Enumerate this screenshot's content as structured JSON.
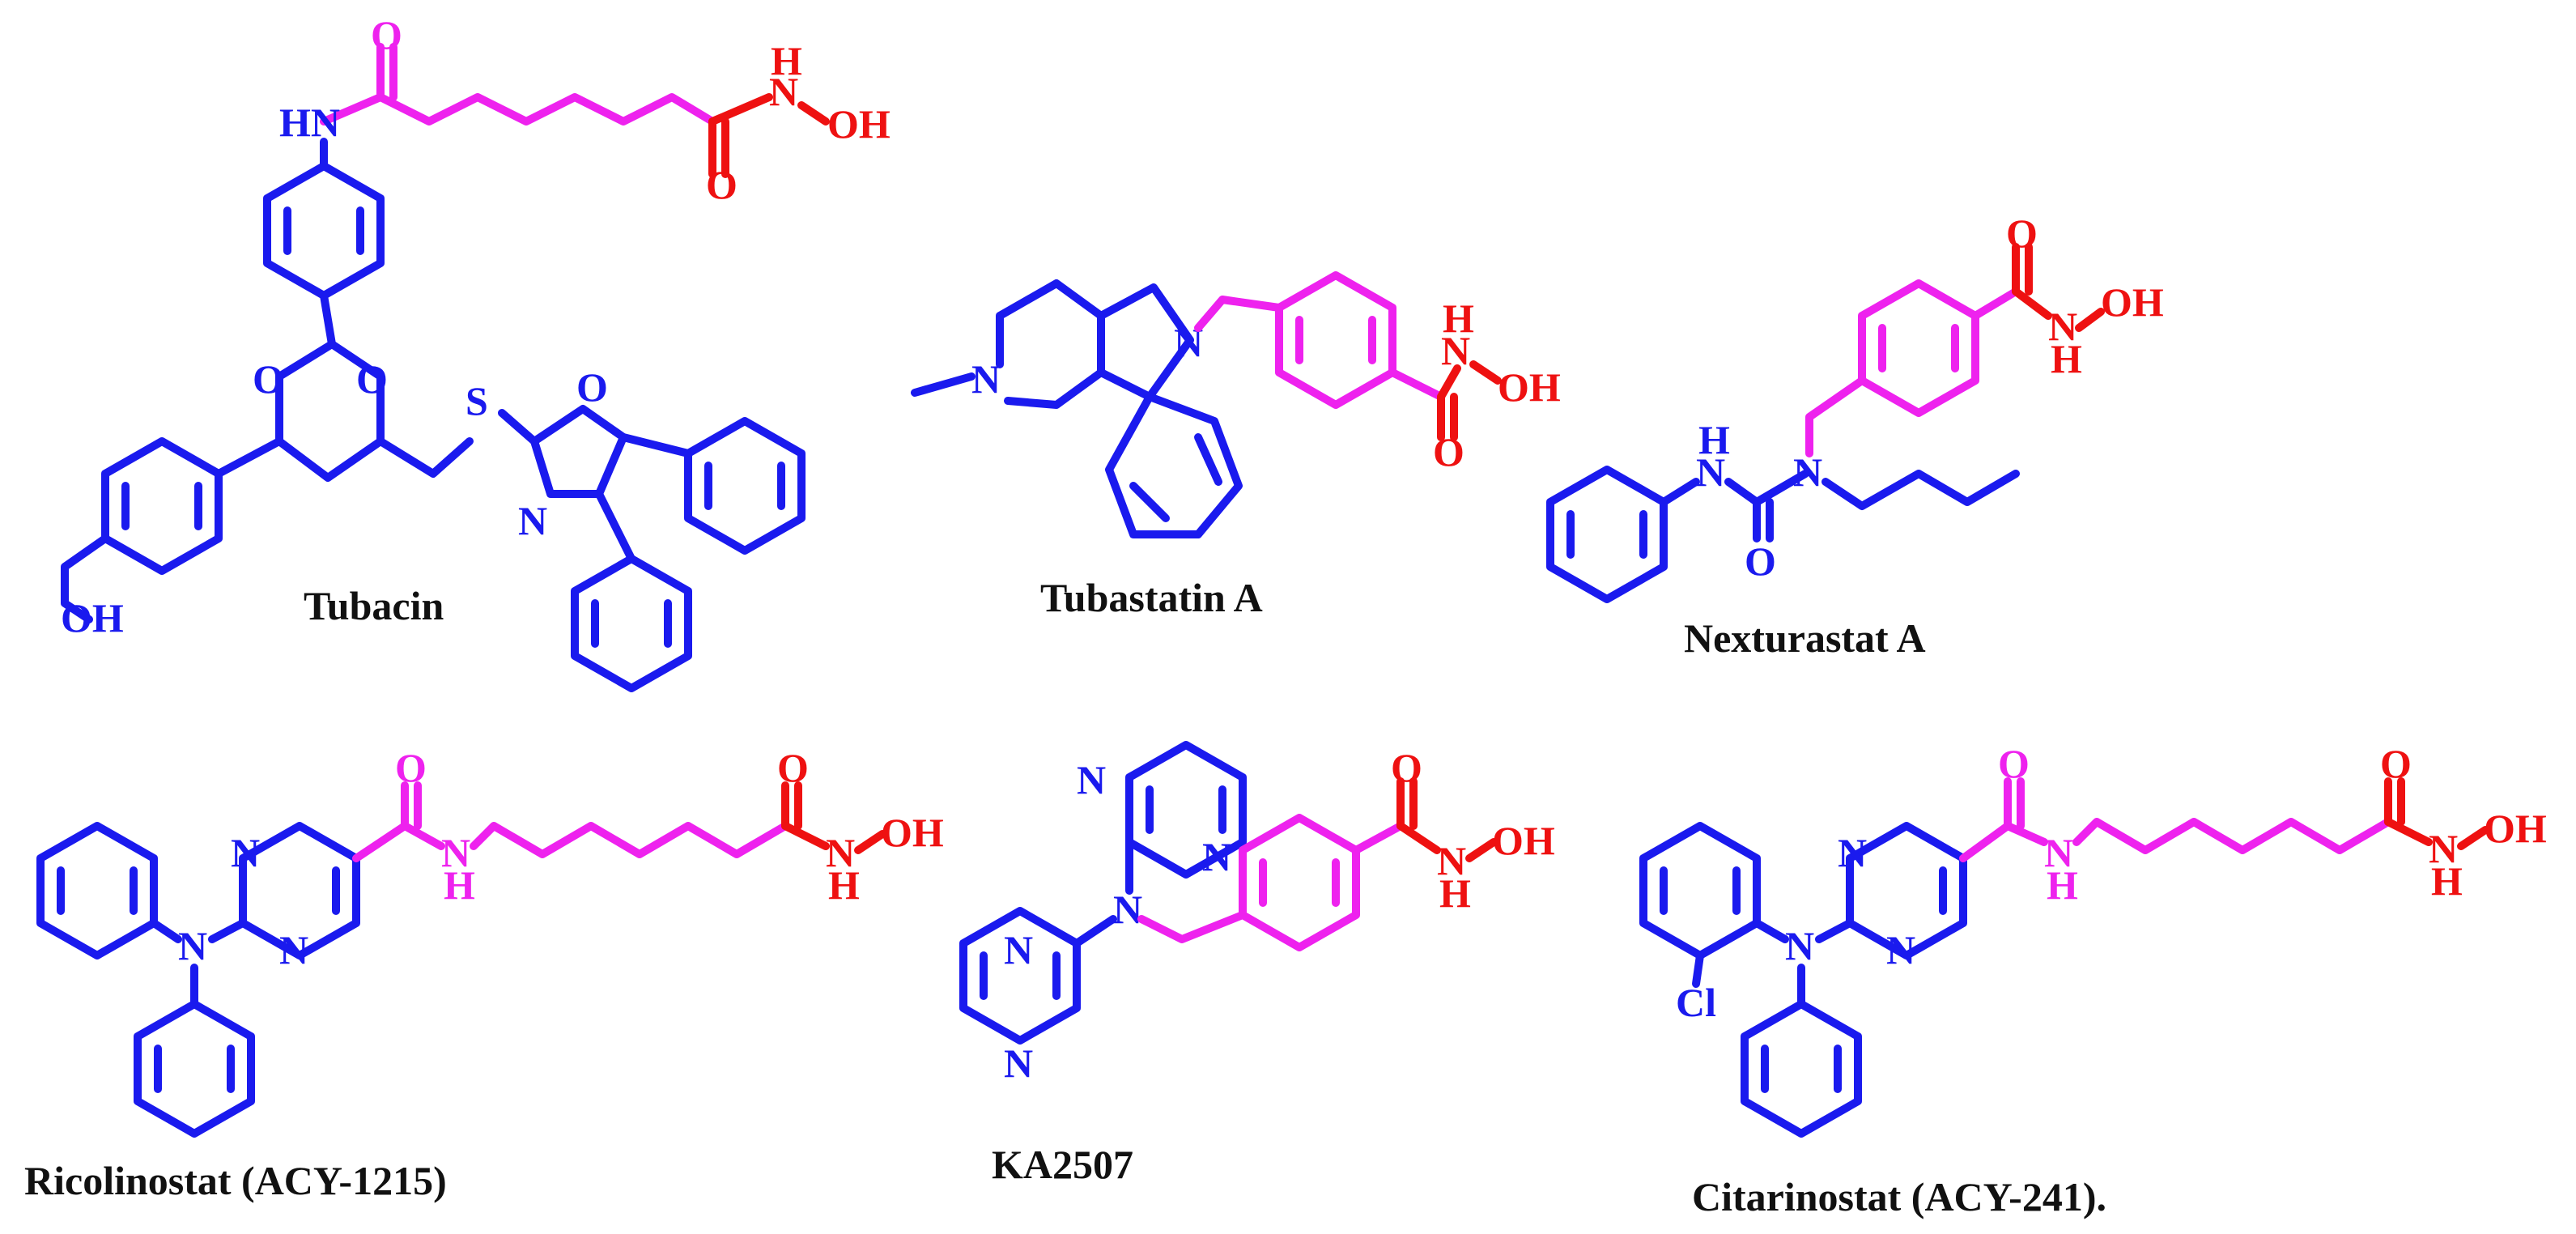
{
  "compounds": [
    {
      "name": "Tubacin"
    },
    {
      "name": "Tubastatin  A"
    },
    {
      "name": "Nexturastat A"
    },
    {
      "name": "Ricolinostat (ACY-1215)"
    },
    {
      "name": "KA2507"
    },
    {
      "name": "Citarinostat (ACY-241)."
    }
  ],
  "atom_labels": {
    "O": "O",
    "N": "N",
    "S": "S",
    "H": "H",
    "HN": "HN",
    "OH": "OH",
    "Cl": "Cl"
  },
  "colors": {
    "scaffold": "#1a1aee",
    "linker": "#ee22ee",
    "zinc_binding_group": "#ee1111",
    "label": "#111111"
  }
}
